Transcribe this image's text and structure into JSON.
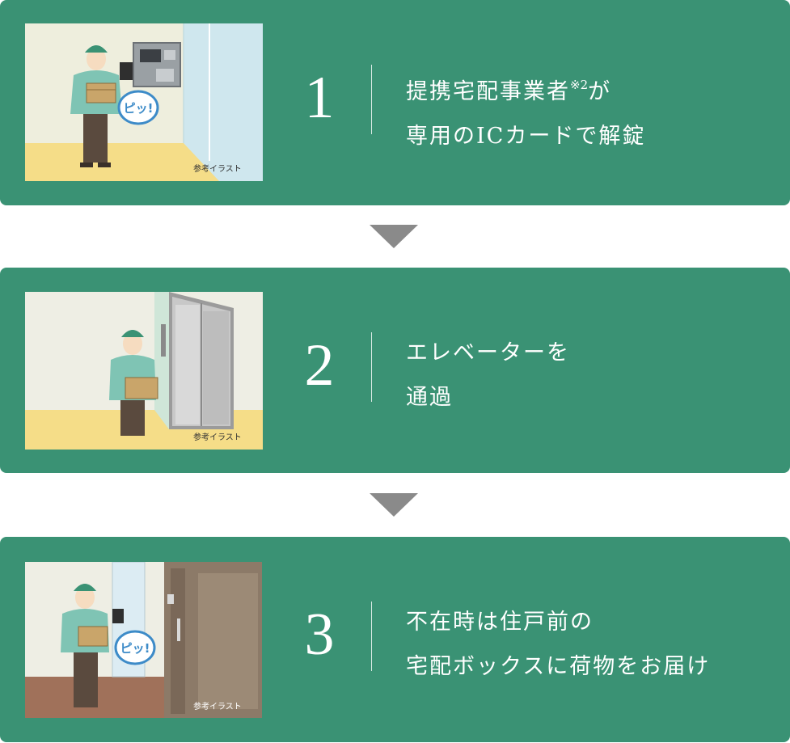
{
  "steps": [
    {
      "number": "1",
      "line1": "提携宅配事業者",
      "note": "※2",
      "line1_suffix": "が",
      "line2": "専用のICカードで解錠",
      "illustration_caption": "参考イラスト",
      "bubble": "ピッ!"
    },
    {
      "number": "2",
      "line1": "エレベーターを",
      "line2": "通過",
      "illustration_caption": "参考イラスト"
    },
    {
      "number": "3",
      "line1": "不在時は住戸前の",
      "line2": "宅配ボックスに荷物をお届け",
      "illustration_caption": "参考イラスト",
      "bubble": "ピッ!"
    }
  ],
  "colors": {
    "panel": "#3a9274",
    "arrow": "#8a8a8a",
    "uniform": "#7fc4b4",
    "floor_yellow": "#f5dd88",
    "floor_brown": "#a0715a"
  }
}
